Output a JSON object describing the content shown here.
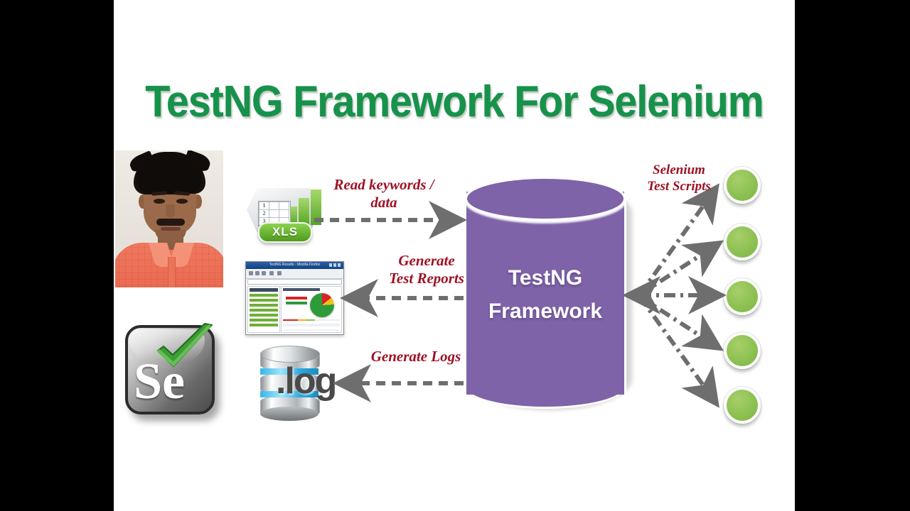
{
  "frame": {
    "letterbox_color": "#000000",
    "canvas_color": "#ffffff"
  },
  "title": {
    "text": "TestNG Framework For Selenium",
    "color": "#16924b"
  },
  "center": {
    "line1": "TestNG",
    "line2": "Framework",
    "fill_color": "#7e63a8",
    "text_color": "#ffffff"
  },
  "labels": {
    "read": "Read keywords /\ndata",
    "reports": "Generate\nTest Reports",
    "logs": "Generate Logs",
    "scripts": "Selenium\nTest Scripts",
    "color": "#9e1225"
  },
  "xls_icon": {
    "badge": "XLS",
    "cells": [
      "1",
      "2",
      "3"
    ],
    "badge_color": "#4e9a1e"
  },
  "log_icon": {
    "text": ".log",
    "band_color": "#2aa7dd"
  },
  "selenium_logo": {
    "text": "Se",
    "check_color": "#3d9c35"
  },
  "report_thumbnail": {
    "window_title": "TestNG Results - Mozilla Firefox",
    "pie_slices": [
      {
        "name": "Failed",
        "color": "#d8232a",
        "pct": 14
      },
      {
        "name": "Skipped",
        "color": "#f2c31a",
        "pct": 10
      },
      {
        "name": "Passed",
        "color": "#2e9b3b",
        "pct": 76
      }
    ]
  },
  "green_nodes": {
    "count": 5,
    "color": "#8dc152",
    "items": [
      {
        "name": "test-script-1"
      },
      {
        "name": "test-script-2"
      },
      {
        "name": "test-script-3"
      },
      {
        "name": "test-script-4"
      },
      {
        "name": "test-script-5"
      }
    ]
  },
  "flows": [
    {
      "id": "read-keywords",
      "from": "xls-icon",
      "to": "testng-cylinder",
      "direction": "right"
    },
    {
      "id": "generate-test-reports",
      "from": "testng-cylinder",
      "to": "report-thumbnail",
      "direction": "left"
    },
    {
      "id": "generate-logs",
      "from": "testng-cylinder",
      "to": "log-icon",
      "direction": "left"
    },
    {
      "id": "drive-scripts",
      "from": "testng-cylinder",
      "to": "green-nodes",
      "direction": "right"
    }
  ]
}
